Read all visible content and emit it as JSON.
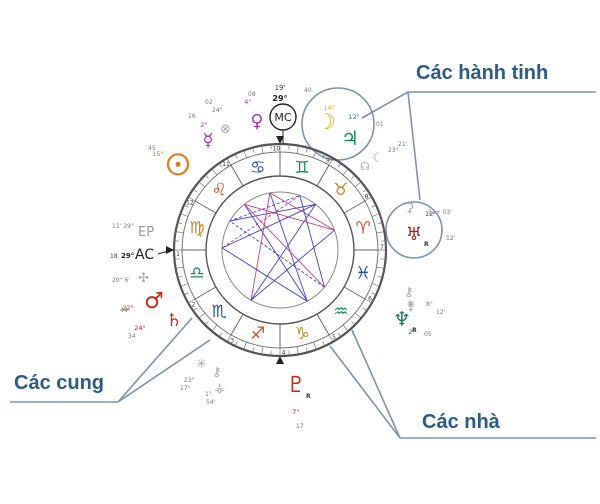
{
  "callouts": {
    "planets": "Các hành tinh",
    "signs": "Các cung",
    "houses": "Các nhà"
  },
  "colors": {
    "callout_text": "#2e5a86",
    "callout_line": "#7d93ab",
    "wheel_ring": "#555555",
    "fire": "#d94a2a",
    "earth": "#c28a1c",
    "air": "#d8a51c",
    "water": "#1e4fa0",
    "aspect_blue": "#4040c8",
    "aspect_red": "#c04080"
  },
  "angles": {
    "mc": {
      "label": "MC",
      "degree": "29°",
      "minute": "19'"
    },
    "ac": {
      "label": "AC",
      "degree": "29°",
      "minute": "18"
    }
  },
  "zodiac_signs": [
    {
      "name": "cancer",
      "glyph": "♋",
      "color": "#1e4fa0"
    },
    {
      "name": "gemini",
      "glyph": "♊",
      "color": "#1b8a5a"
    },
    {
      "name": "taurus",
      "glyph": "♉",
      "color": "#c28a1c"
    },
    {
      "name": "aries",
      "glyph": "♈",
      "color": "#d94a2a"
    },
    {
      "name": "pisces",
      "glyph": "♓",
      "color": "#1e4fa0"
    },
    {
      "name": "aquarius",
      "glyph": "♒",
      "color": "#1b8a5a"
    },
    {
      "name": "capricorn",
      "glyph": "♑",
      "color": "#c28a1c"
    },
    {
      "name": "sagittarius",
      "glyph": "♐",
      "color": "#d94a2a"
    },
    {
      "name": "scorpio",
      "glyph": "♏",
      "color": "#1e4fa0"
    },
    {
      "name": "libra",
      "glyph": "♎",
      "color": "#1b8a5a"
    },
    {
      "name": "virgo",
      "glyph": "♍",
      "color": "#c28a1c"
    },
    {
      "name": "leo",
      "glyph": "♌",
      "color": "#d94a2a"
    }
  ],
  "house_numbers": [
    "10",
    "9",
    "8",
    "7",
    "6",
    "5",
    "4",
    "3",
    "2",
    "1",
    "12",
    "11"
  ],
  "planets": [
    {
      "name": "moon",
      "glyph": "☽",
      "color": "#d8b21c",
      "degree": "14°",
      "highlighted": true
    },
    {
      "name": "jupiter",
      "glyph": "♃",
      "color": "#1b8a5a",
      "degree": "12°",
      "highlighted": true
    },
    {
      "name": "venus",
      "glyph": "♀",
      "color": "#a23ab0",
      "degree": "4°"
    },
    {
      "name": "mercury",
      "glyph": "☿",
      "color": "#a23ab0",
      "degree": "2°"
    },
    {
      "name": "sun",
      "glyph": "☉",
      "color": "#e07a1c",
      "degree": "15°"
    },
    {
      "name": "mars",
      "glyph": "♂",
      "color": "#c8281c",
      "degree": "22°"
    },
    {
      "name": "saturn",
      "glyph": "♄",
      "color": "#c8281c",
      "degree": "24°"
    },
    {
      "name": "uranus",
      "glyph": "♅",
      "color": "#a31c1c",
      "degree": "12'",
      "retro": "R"
    },
    {
      "name": "neptune",
      "glyph": "♆",
      "color": "#1b7a5a",
      "degree": "2°",
      "retro": "R"
    },
    {
      "name": "pluto",
      "glyph": "♇",
      "color": "#c8281c",
      "degree": "7°",
      "retro": "R"
    }
  ],
  "minor_points": {
    "ep": "EP",
    "vertex_degree": "24°",
    "lilith_degree": "17°",
    "node_degree": "23°",
    "chiron_degree": "1°",
    "degrees_top": [
      "08",
      "02",
      "16",
      "45",
      "40",
      "01",
      "23°",
      "21'"
    ],
    "degrees_left": [
      "11' 29°",
      "20° 6'",
      "44",
      "34"
    ],
    "degrees_right": [
      "11+ 03'",
      "12'",
      "8°",
      "12'",
      "05"
    ],
    "degrees_bottom": [
      "17°",
      "54'",
      "17"
    ]
  }
}
